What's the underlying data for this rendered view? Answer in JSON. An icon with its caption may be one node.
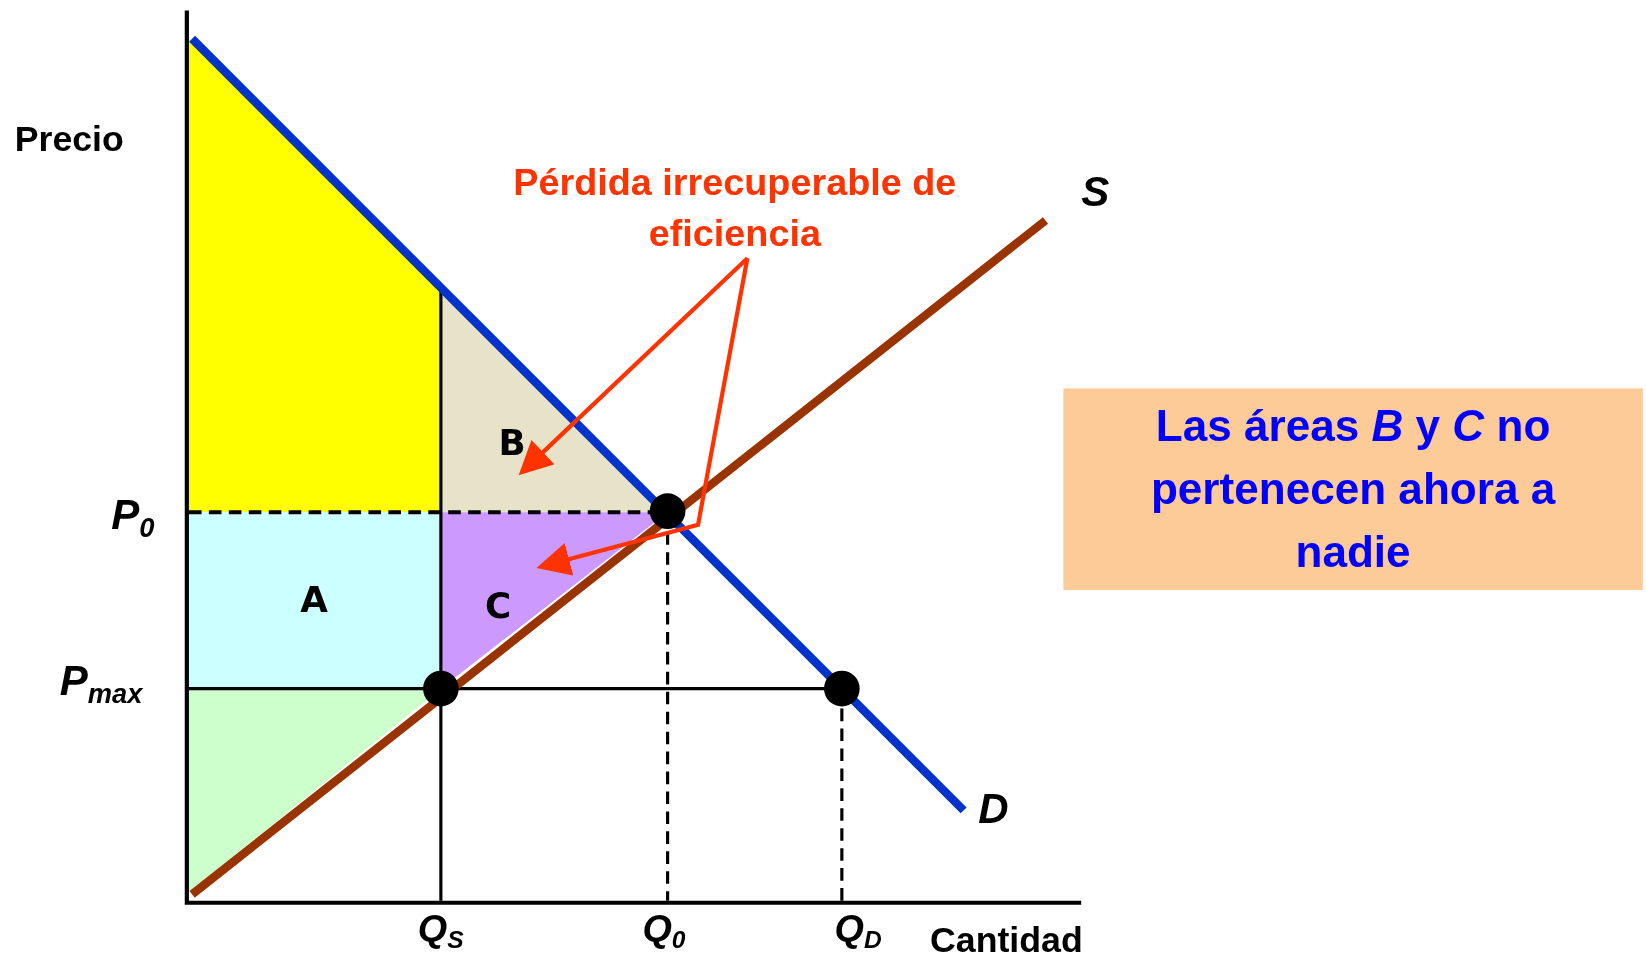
{
  "diagram": {
    "nodes": [
      {
        "text": [
          "Pérdida irrecuperable de eficiencia"
        ]
      },
      {
        "text": [
          "B"
        ]
      },
      {
        "text": [
          "A"
        ]
      },
      {
        "text": [
          "C"
        ]
      },
      {
        "text": [
          "Las áreas *B* y *C* no pertenecen ahora a nadie"
        ]
      }
    ],
    "edges": [
      {
        "from": 0,
        "to": 1,
        "arrow": "to"
      },
      {
        "from": 0,
        "to": 3,
        "arrow": "to"
      }
    ],
    "labels": [
      "Precio",
      "S",
      "P$_{0}$",
      "P$_{max}$",
      "D",
      "Q$_{S}$",
      "Q$_{0}$",
      "Q$_{D}$",
      "Cantidad"
    ]
  }
}
